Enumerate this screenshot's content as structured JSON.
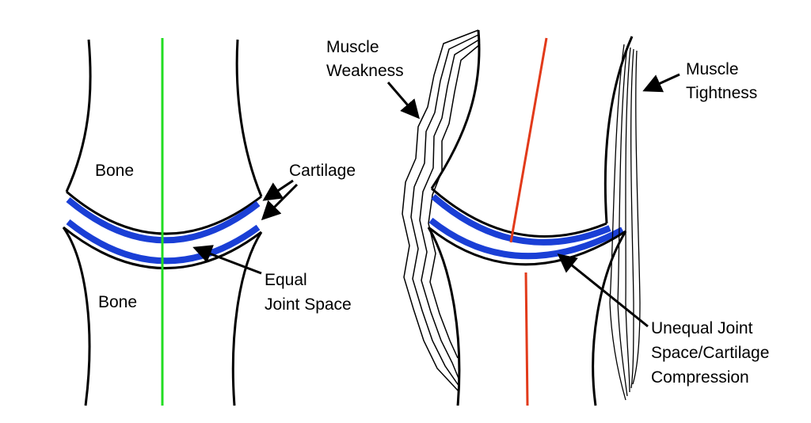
{
  "left_joint": {
    "bone_upper_label": "Bone",
    "bone_lower_label": "Bone",
    "cartilage_label": "Cartilage",
    "joint_space_label": [
      "Equal",
      "Joint Space"
    ]
  },
  "right_joint": {
    "muscle_weakness_label": [
      "Muscle",
      "Weakness"
    ],
    "muscle_tightness_label": [
      "Muscle",
      "Tightness"
    ],
    "compression_label": [
      "Unequal Joint",
      "Space/Cartilage",
      "Compression"
    ]
  },
  "colors": {
    "bone_outline": "#000000",
    "cartilage": "#1a3fd6",
    "alignment_line_equal": "#22dd22",
    "alignment_line_unequal": "#e23a1a"
  }
}
